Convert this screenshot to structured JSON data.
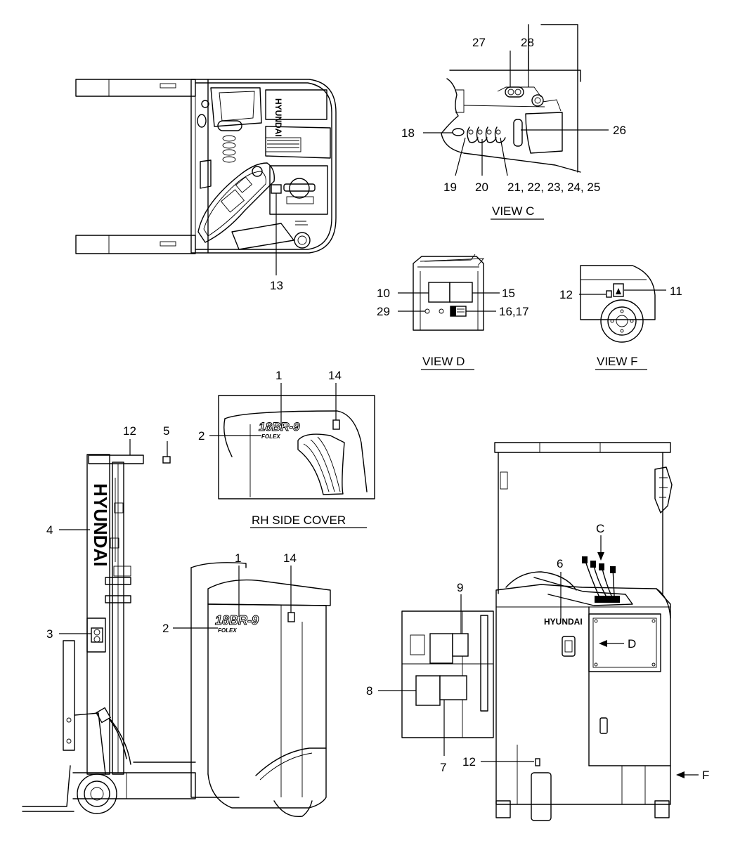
{
  "views": {
    "view_c": "VIEW C",
    "view_d": "VIEW D",
    "view_f": "VIEW F",
    "rh_side_cover": "RH SIDE COVER"
  },
  "brand": {
    "name": "HYUNDAI",
    "model": "18BR-9",
    "model_sub": "FOLEX"
  },
  "callouts": {
    "c1": "1",
    "c2": "2",
    "c3": "3",
    "c4": "4",
    "c5": "5",
    "c6": "6",
    "c7": "7",
    "c8": "8",
    "c9": "9",
    "c10": "10",
    "c11": "11",
    "c12": "12",
    "c13": "13",
    "c14": "14",
    "c15": "15",
    "c16_17": "16,17",
    "c18": "18",
    "c19": "19",
    "c20": "20",
    "c21_25": "21, 22, 23, 24, 25",
    "c26": "26",
    "c27": "27",
    "c28": "28",
    "c29": "29",
    "arrow_c": "C",
    "arrow_d": "D",
    "arrow_f": "F"
  }
}
